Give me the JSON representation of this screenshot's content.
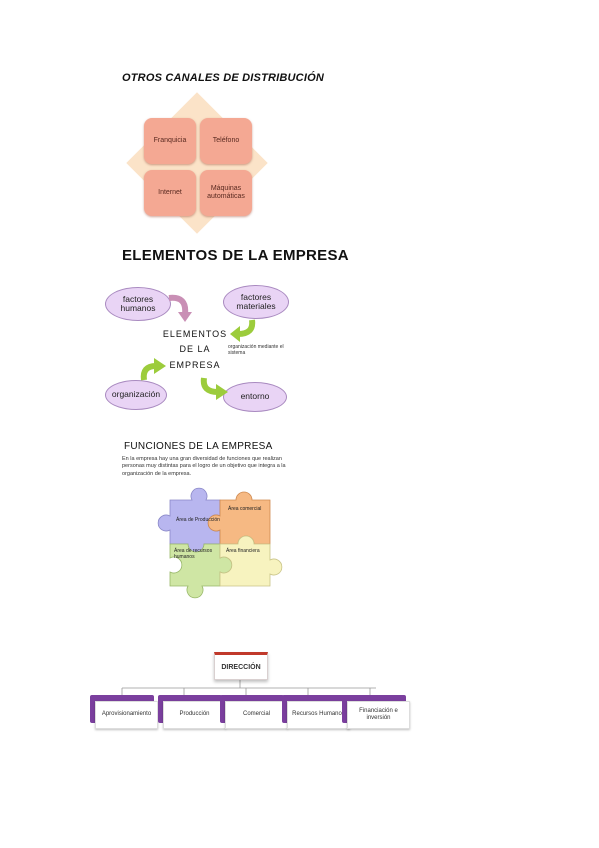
{
  "section_channels": {
    "title": "OTROS CANALES DE DISTRIBUCIÓN",
    "items": [
      "Franquicia",
      "Teléfono",
      "Internet",
      "Máquinas automáticas"
    ]
  },
  "section_elements": {
    "title": "ELEMENTOS DE LA EMPRESA",
    "center": [
      "ELEMENTOS",
      "DE LA",
      "EMPRESA"
    ],
    "nodes": [
      "factores humanos",
      "factores materiales",
      "organización",
      "entorno"
    ],
    "note": "organización mediante el sistema"
  },
  "section_functions": {
    "title": "FUNCIONES DE LA EMPRESA",
    "paragraph": "En la empresa hay una gran diversidad de funciones que realizan personas muy distintas para el logro de un objetivo que integra a la organización de la empresa.",
    "pieces": [
      "Área de Producción",
      "Área comercial",
      "Área de recursos humanos",
      "Área financiera"
    ]
  },
  "section_org": {
    "top": "DIRECCIÓN",
    "departments": [
      "Aprovisionamiento",
      "Producción",
      "Comercial",
      "Recursos Humanos",
      "Financiación e inversión"
    ]
  },
  "colors": {
    "channel_box": "#f4a893",
    "diamond": "#fbe3c8",
    "ellipse": "#e9d4f5",
    "arrow_green": "#9ccc3c",
    "arrow_purple": "#c98fb5",
    "puzzle_blue": "#b8b6ef",
    "puzzle_orange": "#f6b983",
    "puzzle_green": "#cfe6a4",
    "puzzle_yellow": "#f7f3bf",
    "org_accent": "#c0392b",
    "org_purple": "#7b3f9e"
  }
}
